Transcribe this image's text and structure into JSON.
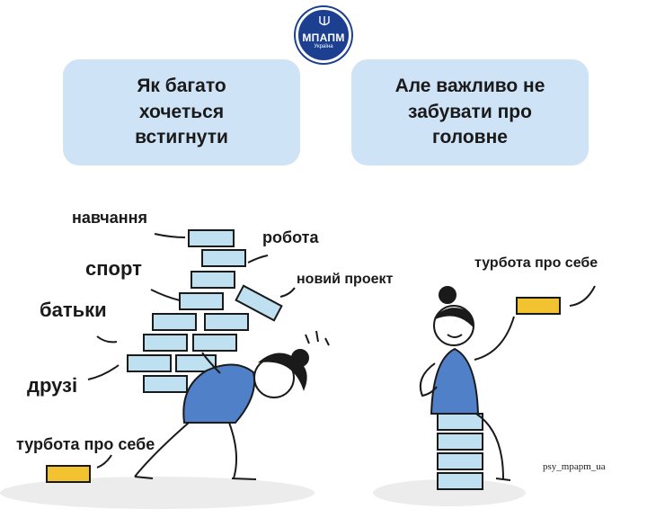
{
  "logo": {
    "name": "МПАПМ",
    "country": "Україна"
  },
  "bubbles": {
    "left": "Як багато\nхочеться\nвстигнути",
    "right": "Але важливо не\nзабувати про\nголовне"
  },
  "labels": {
    "study": "навчання",
    "work": "робота",
    "sport": "спорт",
    "new_project": "новий проект",
    "parents": "батьки",
    "friends": "друзі",
    "self_care_left": "турбота про себе",
    "self_care_right": "турбота про себе"
  },
  "watermark": "psy_mpapm_ua",
  "colors": {
    "bubble": "#cfe3f6",
    "brick": "#bfe0f0",
    "shirt": "#4f80c8",
    "self_care_brick": "#f2c230",
    "logo": "#1d3f8f"
  }
}
